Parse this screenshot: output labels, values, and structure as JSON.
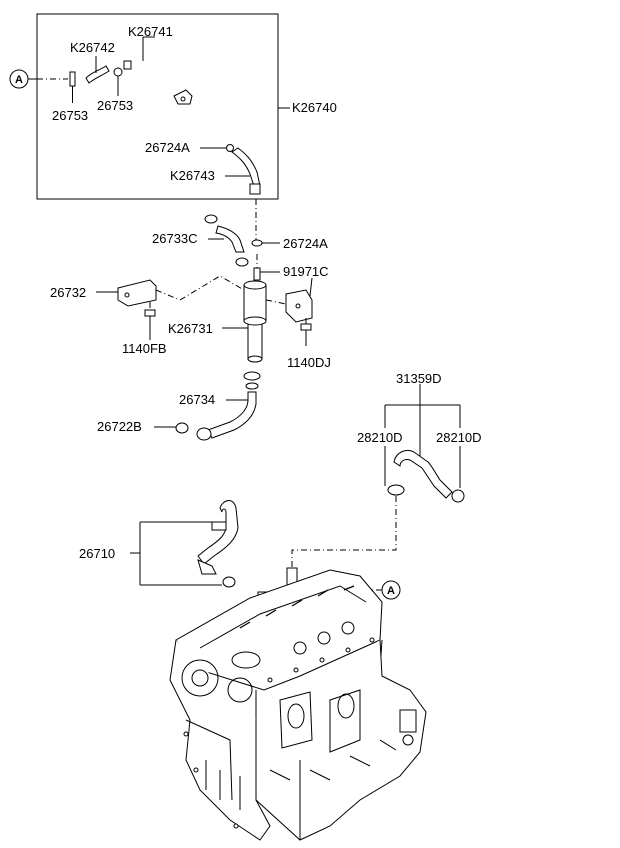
{
  "ref_marker": "A",
  "labels": {
    "K26741": "K26741",
    "K26742": "K26742",
    "26753_left": "26753",
    "26753_right": "26753",
    "K26740": "K26740",
    "26724A_top": "26724A",
    "K26743": "K26743",
    "26733C": "26733C",
    "26724A_mid": "26724A",
    "26732": "26732",
    "91971C": "91971C",
    "K26731": "K26731",
    "1140FB": "1140FB",
    "1140DJ": "1140DJ",
    "31359D": "31359D",
    "26734": "26734",
    "28210D_left": "28210D",
    "28210D_right": "28210D",
    "26722B": "26722B",
    "26710": "26710"
  }
}
